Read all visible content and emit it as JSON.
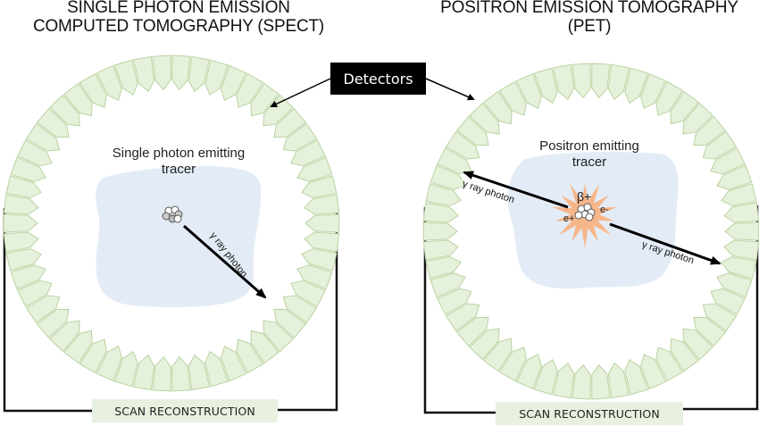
{
  "titles": {
    "left_line1": "SINGLE PHOTON EMISSION",
    "left_line2": "COMPUTED TOMOGRAPHY (SPECT)",
    "right_line1": "POSITRON EMISSION TOMOGRAPHY",
    "right_line2": "(PET)"
  },
  "detectors_label": "Detectors",
  "spect": {
    "tracer_line1": "Single photon emitting",
    "tracer_line2": "tracer",
    "ray_label": "γ ray photon",
    "scan_label": "SCAN RECONSTRUCTION"
  },
  "pet": {
    "tracer_line1": "Positron emitting",
    "tracer_line2": "tracer",
    "ray_label_left": "γ ray photon",
    "ray_label_right": "γ ray photon",
    "beta_label": "β+",
    "positron_label": "e+",
    "electron_label": "e-",
    "scan_label": "SCAN RECONSTRUCTION"
  },
  "colors": {
    "detector_fill": "#e6f1dc",
    "detector_stroke": "#b9d3a0",
    "tracer_region": "#e3ecf6",
    "annihilation": "#f6b68a",
    "scan_box": "#e8f0e0"
  }
}
